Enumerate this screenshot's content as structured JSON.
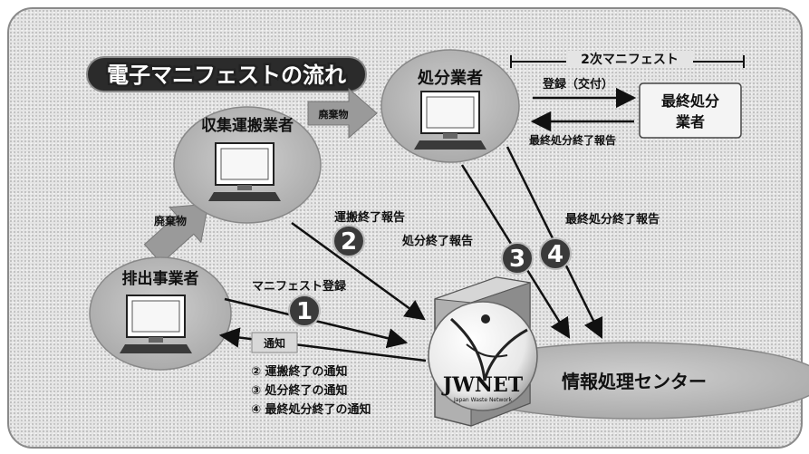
{
  "title": "電子マニフェストの流れ",
  "nodes": {
    "discharger": "排出事業者",
    "transporter": "収集運搬業者",
    "disposer": "処分業者",
    "final_disposer_line1": "最終処分",
    "final_disposer_line2": "業者",
    "center": "情報処理センター"
  },
  "logo": {
    "main": "JWNET",
    "sub": "Japan Waste Network"
  },
  "flows": {
    "waste_1": "廃棄物",
    "waste_2": "廃棄物",
    "manifest_register": "マニフェスト登録",
    "notify": "通知",
    "transport_done": "運搬終了報告",
    "disposal_done": "処分終了報告",
    "final_disposal_done": "最終処分終了報告",
    "second_manifest": "2次マニフェスト",
    "register_issue": "登録（交付）",
    "final_disposal_done_report": "最終処分終了報告"
  },
  "steps": [
    "1",
    "2",
    "3",
    "4"
  ],
  "notices": [
    "② 運搬終了の通知",
    "③ 処分終了の通知",
    "④ 最終処分終了の通知"
  ],
  "colors": {
    "ellipse": "#b9b9b9",
    "number_circle": "#3a3a3a",
    "arrow_fill": "#9a9a9a"
  }
}
